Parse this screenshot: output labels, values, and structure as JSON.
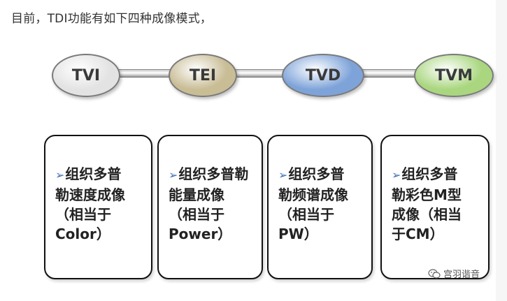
{
  "intro_text": "目前，TDI功能有如下四种成像模式，",
  "modes": [
    {
      "label": "TVI",
      "color": "#e3e3e3",
      "description": "组织多普勒速度成像（相当于Color）"
    },
    {
      "label": "TEI",
      "color": "#c9bd96",
      "description": "组织多普勒能量成像（相当于Power）"
    },
    {
      "label": "TVD",
      "color": "#7ea3d9",
      "description": "组织多普勒频谱成像（相当于PW）"
    },
    {
      "label": "TVM",
      "color": "#a9d67f",
      "description": "组织多普勒彩色M型成像（相当于CM）"
    }
  ],
  "cards": [
    {
      "line1": "组织多普",
      "line2": "勒速度成像",
      "line3": "（相当于",
      "line4": "Color）"
    },
    {
      "line1": "组织多普勒",
      "line2": "能量成像",
      "line3": "（相当于",
      "line4": "Power）"
    },
    {
      "line1": "组织多普",
      "line2": "勒频谱成像",
      "line3": "（相当于",
      "line4": "PW）"
    },
    {
      "line1": "组织多普",
      "line2": "勒彩色M型",
      "line3": "成像（相当",
      "line4": "于CM）"
    }
  ],
  "watermark": {
    "text": "宫羽谐音",
    "icon": "wechat-icon"
  },
  "card_arrow": "➢"
}
